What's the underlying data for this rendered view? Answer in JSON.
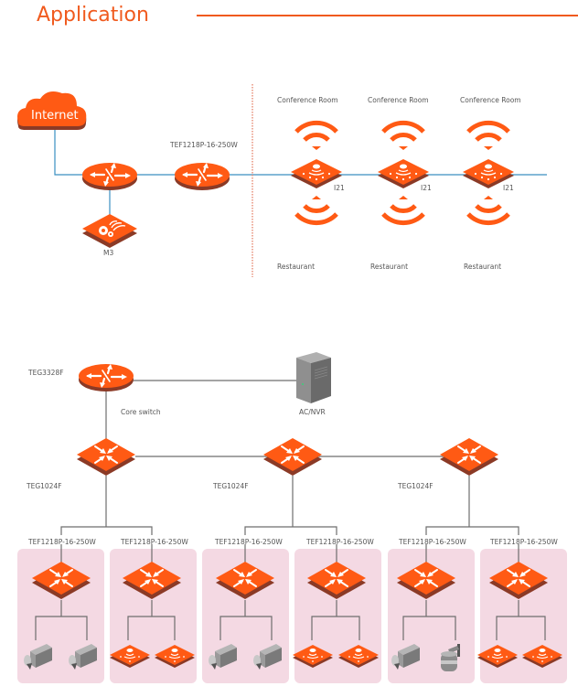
{
  "header": {
    "title": "Application"
  },
  "colors": {
    "accent": "#f05a1e",
    "device_orange": "#ff5a14",
    "device_shadow": "#8b3a26",
    "link_blue": "#3a8fc1",
    "link_gray": "#6e6e6e",
    "separator": "#e8907a",
    "zone_pink": "#f4d9e3"
  },
  "diagram1": {
    "cloud_label": "Internet",
    "gateway_label": "",
    "controller_label": "M3",
    "poe_switch_label": "TEF1218P-16-250W",
    "aps": [
      {
        "top_label": "Conference Room",
        "model": "I21",
        "bottom_label": "Restaurant"
      },
      {
        "top_label": "Conference Room",
        "model": "I21",
        "bottom_label": "Restaurant"
      },
      {
        "top_label": "Conference Room",
        "model": "I21",
        "bottom_label": "Restaurant"
      }
    ]
  },
  "diagram2": {
    "core_switch_model": "TEG3328F",
    "core_switch_label": "Core switch",
    "server_label": "AC/NVR",
    "aggregation_switches": [
      {
        "label": "TEG1024F"
      },
      {
        "label": "TEG1024F"
      },
      {
        "label": "TEG1024F"
      }
    ],
    "access_zones": [
      {
        "label": "TEF1218P-16-250W",
        "endpoints": [
          "camera",
          "camera"
        ]
      },
      {
        "label": "TEF1218P-16-250W",
        "endpoints": [
          "access-point",
          "access-point"
        ]
      },
      {
        "label": "TEF1218P-16-250W",
        "endpoints": [
          "camera",
          "camera"
        ]
      },
      {
        "label": "TEF1218P-16-250W",
        "endpoints": [
          "access-point",
          "access-point"
        ]
      },
      {
        "label": "TEF1218P-16-250W",
        "endpoints": [
          "camera",
          "dome-camera"
        ]
      },
      {
        "label": "TEF1218P-16-250W",
        "endpoints": [
          "access-point",
          "access-point"
        ]
      }
    ]
  }
}
